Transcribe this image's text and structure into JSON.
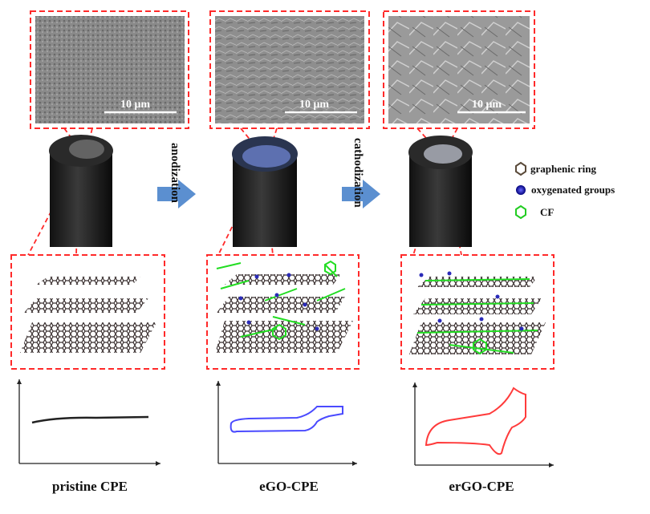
{
  "panels": [
    {
      "name": "pristine CPE",
      "scale_bar": "10 μm",
      "cv_color": "#222222"
    },
    {
      "name": "eGO-CPE",
      "scale_bar": "10 μm",
      "cv_color": "#4a4aff"
    },
    {
      "name": "erGO-CPE",
      "scale_bar": "10 μm",
      "cv_color": "#ff3b3b"
    }
  ],
  "steps": [
    "anodization",
    "cathodization"
  ],
  "legend": [
    {
      "label": "graphenic ring",
      "icon": "hexagon-brown-icon",
      "color": "#5a4a3a"
    },
    {
      "label": "oxygenated groups",
      "icon": "blue-sphere-icon",
      "color": "#1a1ab0"
    },
    {
      "label": "CF",
      "icon": "hexagon-green-icon",
      "color": "#22cc22"
    }
  ],
  "colors": {
    "dash": "#ff2a2a",
    "arrow": "#5b8fd0"
  }
}
